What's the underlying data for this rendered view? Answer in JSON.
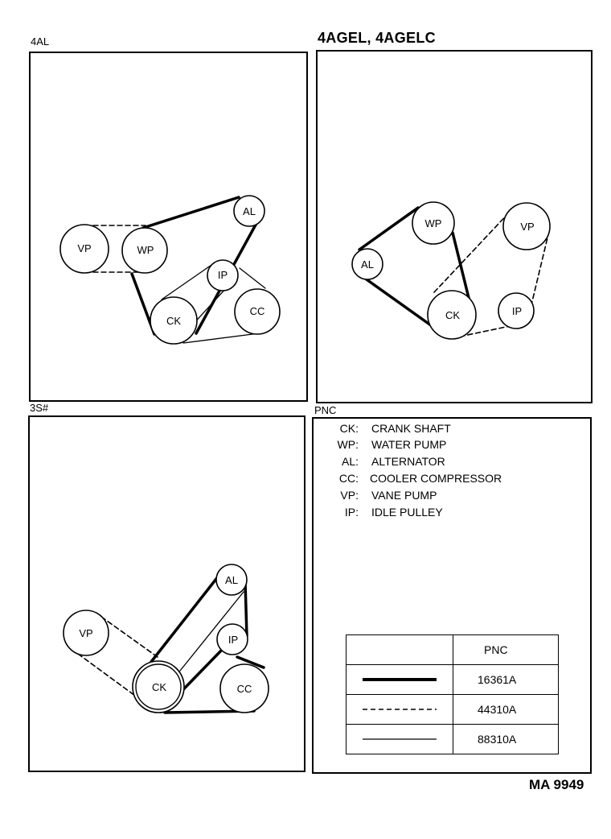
{
  "header": {
    "title": "4AGEL, 4AGELC",
    "figure_code": "MA 9949"
  },
  "sections": {
    "top_left": "4AL",
    "bottom_left": "3S#",
    "legend": "PNC"
  },
  "pulleys": {
    "tl": {
      "vp": "VP",
      "wp": "WP",
      "al": "AL",
      "ip": "IP",
      "ck": "CK",
      "cc": "CC"
    },
    "tr": {
      "wp": "WP",
      "vp": "VP",
      "al": "AL",
      "ck": "CK",
      "ip": "IP"
    },
    "bl": {
      "al": "AL",
      "vp": "VP",
      "ip": "IP",
      "ck": "CK",
      "cc": "CC"
    }
  },
  "legend": [
    {
      "abbr": "CK:",
      "name": "CRANK SHAFT"
    },
    {
      "abbr": "WP:",
      "name": "WATER PUMP"
    },
    {
      "abbr": "AL:",
      "name": "ALTERNATOR"
    },
    {
      "abbr": "CC:",
      "name": "COOLER COMPRESSOR"
    },
    {
      "abbr": "VP:",
      "name": "VANE PUMP"
    },
    {
      "abbr": "IP:",
      "name": "IDLE PULLEY"
    }
  ],
  "pnc_table": {
    "header": "PNC",
    "rows": [
      {
        "line_style": "thick",
        "pnc": "16361A"
      },
      {
        "line_style": "dashed",
        "pnc": "44310A"
      },
      {
        "line_style": "thin",
        "pnc": "88310A"
      }
    ]
  }
}
